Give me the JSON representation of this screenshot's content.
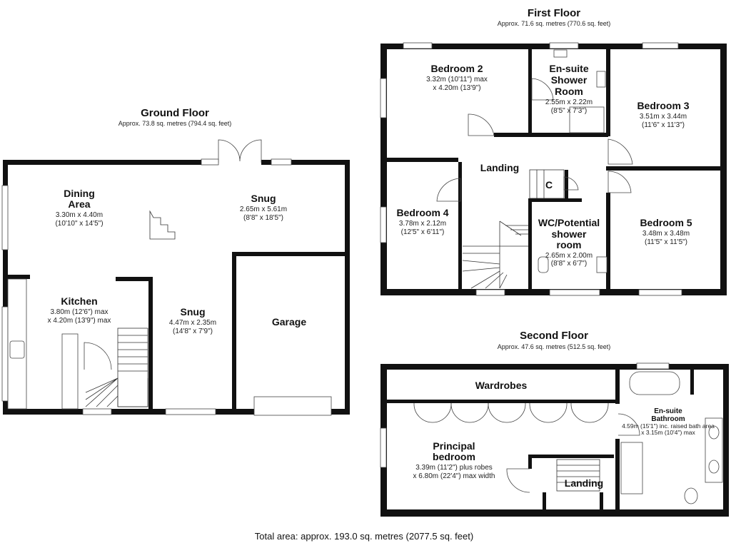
{
  "total_area": "Total area: approx. 193.0 sq. metres (2077.5 sq. feet)",
  "ground_floor": {
    "title": "Ground Floor",
    "area": "Approx. 73.8 sq. metres (794.4 sq. feet)",
    "rooms": {
      "dining": {
        "name1": "Dining",
        "name2": "Area",
        "dim1": "3.30m x 4.40m",
        "dim2": "(10'10\" x 14'5\")"
      },
      "snug_top": {
        "name": "Snug",
        "dim1": "2.65m x 5.61m",
        "dim2": "(8'8\" x 18'5\")"
      },
      "kitchen": {
        "name": "Kitchen",
        "dim1": "3.80m (12'6\") max",
        "dim2": "x 4.20m (13'9\") max"
      },
      "snug_bottom": {
        "name": "Snug",
        "dim1": "4.47m x 2.35m",
        "dim2": "(14'8\" x 7'9\")"
      },
      "garage": {
        "name": "Garage"
      }
    }
  },
  "first_floor": {
    "title": "First Floor",
    "area": "Approx. 71.6 sq. metres (770.6 sq. feet)",
    "rooms": {
      "bedroom2": {
        "name": "Bedroom 2",
        "dim1": "3.32m (10'11\") max",
        "dim2": "x 4.20m (13'9\")"
      },
      "ensuite": {
        "name1": "En-suite",
        "name2": "Shower",
        "name3": "Room",
        "dim1": "2.55m x 2.22m",
        "dim2": "(8'5\" x 7'3\")"
      },
      "bedroom3": {
        "name": "Bedroom 3",
        "dim1": "3.51m x 3.44m",
        "dim2": "(11'6\" x 11'3\")"
      },
      "landing": {
        "name": "Landing"
      },
      "cupboard": {
        "name": "C"
      },
      "bedroom4": {
        "name": "Bedroom 4",
        "dim1": "3.78m x 2.12m",
        "dim2": "(12'5\" x 6'11\")"
      },
      "wc": {
        "name1": "WC/Potential",
        "name2": "shower",
        "name3": "room",
        "dim1": "2.65m x 2.00m",
        "dim2": "(8'8\" x 6'7\")"
      },
      "bedroom5": {
        "name": "Bedroom 5",
        "dim1": "3.48m x 3.48m",
        "dim2": "(11'5\" x 11'5\")"
      }
    }
  },
  "second_floor": {
    "title": "Second Floor",
    "area": "Approx. 47.6 sq. metres (512.5 sq. feet)",
    "rooms": {
      "wardrobes": {
        "name": "Wardrobes"
      },
      "principal": {
        "name1": "Principal",
        "name2": "bedroom",
        "dim1": "3.39m (11'2\") plus robes",
        "dim2": "x 6.80m (22'4\") max width"
      },
      "landing": {
        "name": "Landing"
      },
      "bathroom": {
        "name1": "En-suite",
        "name2": "Bathroom",
        "dim1": "4.59m (15'1\") inc. raised bath area",
        "dim2": "x 3.15m (10'4\") max"
      }
    }
  }
}
